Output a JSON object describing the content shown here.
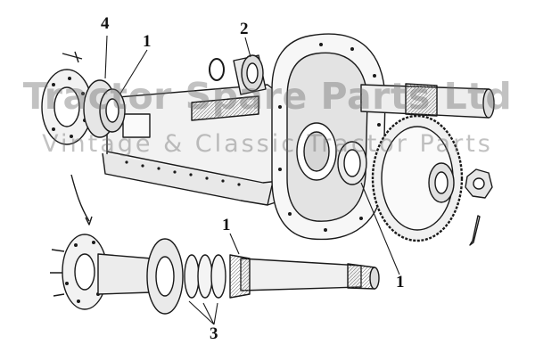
{
  "callouts": {
    "c1_top": "1",
    "c2": "2",
    "c4": "4",
    "c1_mid": "1",
    "c1_right": "1",
    "c3": "3"
  },
  "watermark": {
    "line1": "Tractor Spare Parts Ltd",
    "line2": "Vintage & Classic Tractor Parts"
  },
  "colors": {
    "ink": "#1a1a1a",
    "paper": "#ffffff",
    "shade": "#d0d0d0",
    "watermark": "#8a8a8a"
  }
}
